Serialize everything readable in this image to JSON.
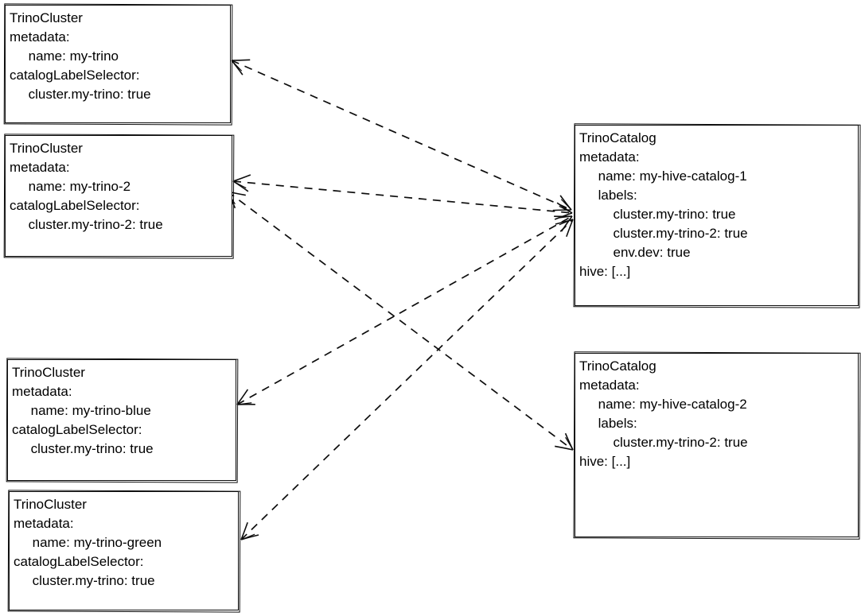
{
  "diagram": {
    "kind": "kubernetes-crd-label-selector-diagram",
    "colors": {
      "background": "#ffffff",
      "stroke": "#0d0d0d",
      "text": "#000000"
    }
  },
  "boxes": [
    {
      "id": "trino-cluster-my-trino",
      "lines": [
        "TrinoCluster",
        "metadata:",
        "     name: my-trino",
        "catalogLabelSelector:",
        "     cluster.my-trino: true"
      ]
    },
    {
      "id": "trino-cluster-my-trino-2",
      "lines": [
        "TrinoCluster",
        "metadata:",
        "     name: my-trino-2",
        "catalogLabelSelector:",
        "     cluster.my-trino-2: true"
      ]
    },
    {
      "id": "trino-cluster-my-trino-blue",
      "lines": [
        "TrinoCluster",
        "metadata:",
        "     name: my-trino-blue",
        "catalogLabelSelector:",
        "     cluster.my-trino: true"
      ]
    },
    {
      "id": "trino-cluster-my-trino-green",
      "lines": [
        "TrinoCluster",
        "metadata:",
        "     name: my-trino-green",
        "catalogLabelSelector:",
        "     cluster.my-trino: true"
      ]
    },
    {
      "id": "trino-catalog-my-hive-catalog-1",
      "lines": [
        "TrinoCatalog",
        "metadata:",
        "     name: my-hive-catalog-1",
        "     labels:",
        "         cluster.my-trino: true",
        "         cluster.my-trino-2: true",
        "         env.dev: true",
        "hive: [...]"
      ]
    },
    {
      "id": "trino-catalog-my-hive-catalog-2",
      "lines": [
        "TrinoCatalog",
        "metadata:",
        "     name: my-hive-catalog-2",
        "     labels:",
        "         cluster.my-trino-2: true",
        "hive: [...]"
      ]
    }
  ],
  "edges": [
    {
      "from": "my-hive-catalog-1",
      "to": "my-trino",
      "style": "dashed",
      "arrowheads": "both"
    },
    {
      "from": "my-hive-catalog-1",
      "to": "my-trino-2",
      "style": "dashed",
      "arrowheads": "both"
    },
    {
      "from": "my-hive-catalog-1",
      "to": "my-trino-blue",
      "style": "dashed",
      "arrowheads": "both"
    },
    {
      "from": "my-hive-catalog-1",
      "to": "my-trino-green",
      "style": "dashed",
      "arrowheads": "both"
    },
    {
      "from": "my-hive-catalog-2",
      "to": "my-trino-2",
      "style": "dashed",
      "arrowheads": "both"
    }
  ]
}
